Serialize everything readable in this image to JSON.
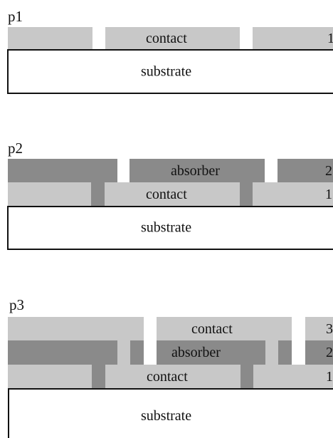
{
  "panels": [
    {
      "label": "p1",
      "contact": "contact",
      "num": "1",
      "substrate": "substrate"
    },
    {
      "label": "p2",
      "absorber": "absorber",
      "absorber_num": "2",
      "contact": "contact",
      "contact_num": "1",
      "substrate": "substrate"
    },
    {
      "label": "p3",
      "top_contact": "contact",
      "top_num": "3",
      "absorber": "absorber",
      "absorber_num": "2",
      "contact": "contact",
      "contact_num": "1",
      "substrate": "substrate"
    }
  ],
  "colors": {
    "light_gray": "#c8c8c8",
    "dark_gray": "#8a8a8a",
    "outline": "#111111"
  }
}
